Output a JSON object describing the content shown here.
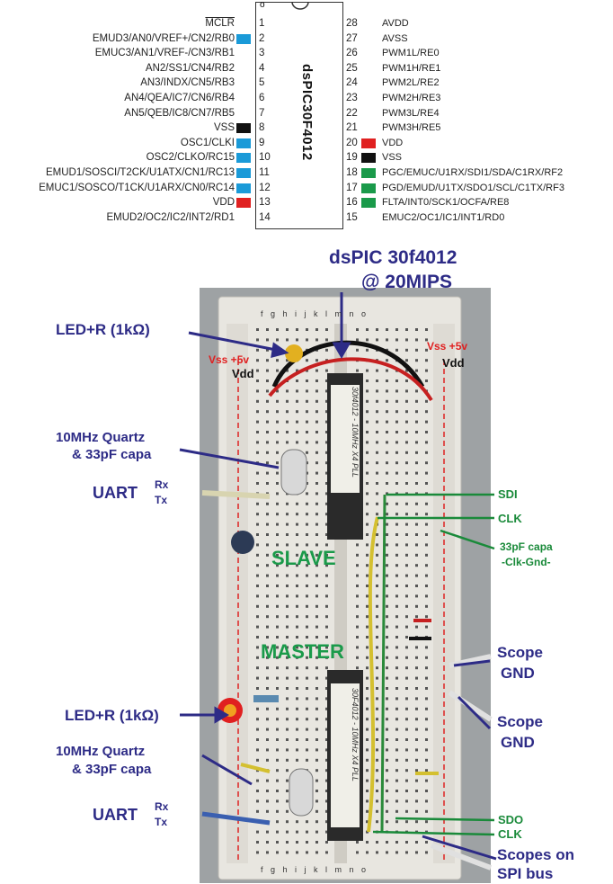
{
  "pinout": {
    "chip_name": "dsPIC30F4012",
    "left_pins": [
      {
        "num": "1",
        "label": "MCLR",
        "color": "#ffffff"
      },
      {
        "num": "2",
        "label": "EMUD3/AN0/VREF+/CN2/RB0",
        "color": "#1a9ad8"
      },
      {
        "num": "3",
        "label": "EMUC3/AN1/VREF-/CN3/RB1",
        "color": "#ffffff"
      },
      {
        "num": "4",
        "label": "AN2/SS1/CN4/RB2",
        "color": "#ffffff"
      },
      {
        "num": "5",
        "label": "AN3/INDX/CN5/RB3",
        "color": "#ffffff"
      },
      {
        "num": "6",
        "label": "AN4/QEA/IC7/CN6/RB4",
        "color": "#ffffff"
      },
      {
        "num": "7",
        "label": "AN5/QEB/IC8/CN7/RB5",
        "color": "#ffffff"
      },
      {
        "num": "8",
        "label": "VSS",
        "color": "#111111"
      },
      {
        "num": "9",
        "label": "OSC1/CLKI",
        "color": "#1a9ad8"
      },
      {
        "num": "10",
        "label": "OSC2/CLKO/RC15",
        "color": "#1a9ad8"
      },
      {
        "num": "11",
        "label": "EMUD1/SOSCI/T2CK/U1ATX/CN1/RC13",
        "color": "#1a9ad8"
      },
      {
        "num": "12",
        "label": "EMUC1/SOSCO/T1CK/U1ARX/CN0/RC14",
        "color": "#1a9ad8"
      },
      {
        "num": "13",
        "label": "VDD",
        "color": "#e02020"
      },
      {
        "num": "14",
        "label": "EMUD2/OC2/IC2/INT2/RD1",
        "color": "#ffffff"
      }
    ],
    "right_pins": [
      {
        "num": "28",
        "label": "AVDD",
        "color": "#ffffff"
      },
      {
        "num": "27",
        "label": "AVSS",
        "color": "#ffffff"
      },
      {
        "num": "26",
        "label": "PWM1L/RE0",
        "color": "#ffffff"
      },
      {
        "num": "25",
        "label": "PWM1H/RE1",
        "color": "#ffffff"
      },
      {
        "num": "24",
        "label": "PWM2L/RE2",
        "color": "#ffffff"
      },
      {
        "num": "23",
        "label": "PWM2H/RE3",
        "color": "#ffffff"
      },
      {
        "num": "22",
        "label": "PWM3L/RE4",
        "color": "#ffffff"
      },
      {
        "num": "21",
        "label": "PWM3H/RE5",
        "color": "#ffffff"
      },
      {
        "num": "20",
        "label": "VDD",
        "color": "#e02020"
      },
      {
        "num": "19",
        "label": "VSS",
        "color": "#111111"
      },
      {
        "num": "18",
        "label": "PGC/EMUC/U1RX/SDI1/SDA/C1RX/RF2",
        "color": "#1a9a4a"
      },
      {
        "num": "17",
        "label": "PGD/EMUD/U1TX/SDO1/SCL/C1TX/RF3",
        "color": "#1a9a4a"
      },
      {
        "num": "16",
        "label": "FLTA/INT0/SCK1/OCFA/RE8",
        "color": "#1a9a4a"
      },
      {
        "num": "15",
        "label": "EMUC2/OC1/IC1/INT1/RD0",
        "color": "#ffffff"
      }
    ]
  },
  "photo": {
    "title_line1": "dsPIC 30f4012",
    "title_line2": "@ 20MIPS",
    "slave_label": "SLAVE",
    "master_label": "MASTER",
    "vss_left": "Vss +5v",
    "vdd_left": "Vdd",
    "vss_right": "Vss +5v",
    "vdd_right": "Vdd",
    "chip_writing_top": "30f4012 - 10MHz X4 PLL",
    "chip_writing_bottom": "30F4012 - 10MHz X4 PLL",
    "board_letters_top": "f g h i j k l m n o",
    "board_letters_bottom": "f g h i j k l m n o"
  },
  "annotations": {
    "led_top": "LED+R (1kΩ)",
    "quartz_top_1": "10MHz Quartz",
    "quartz_top_2": "& 33pF capa",
    "uart_top": "UART",
    "rx_top": "Rx",
    "tx_top": "Tx",
    "sdi": "SDI",
    "clk_top": "CLK",
    "capa_1": "33pF capa",
    "capa_2": "-Clk-Gnd-",
    "scope_gnd_1a": "Scope",
    "scope_gnd_1b": "GND",
    "scope_gnd_2a": "Scope",
    "scope_gnd_2b": "GND",
    "led_bottom": "LED+R (1kΩ)",
    "quartz_bottom_1": "10MHz Quartz",
    "quartz_bottom_2": "& 33pF capa",
    "uart_bottom": "UART",
    "rx_bottom": "Rx",
    "tx_bottom": "Tx",
    "sdo": "SDO",
    "clk_bottom": "CLK",
    "scopes_spi_1": "Scopes on",
    "scopes_spi_2": "SPI bus"
  }
}
